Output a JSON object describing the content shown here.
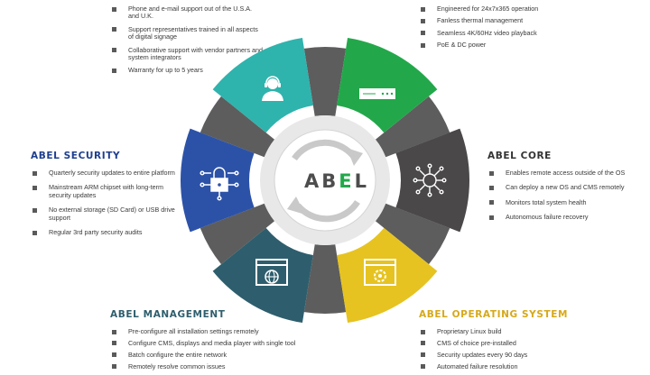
{
  "colors": {
    "support": "#2fb3ad",
    "hardware": "#22a84a",
    "core": "#4a4848",
    "operating_system": "#e6c320",
    "management": "#2e5e6d",
    "security": "#2c52a8",
    "gap": "#5d5d5d",
    "security_title": "#1e3f8f",
    "core_title": "#333333",
    "management_title": "#2e5e6d",
    "os_title": "#d6a91a"
  },
  "center": {
    "logo_prefix": "AB",
    "logo_e": "E",
    "logo_suffix": "L"
  },
  "support_block": {
    "items": [
      "Phone and e-mail support out of the U.S.A. and U.K.",
      "Support representatives trained in all aspects of digital signage",
      "Collaborative support with vendor partners and system integrators",
      "Warranty for up to 5 years"
    ]
  },
  "hardware_block": {
    "items": [
      "Engineered for 24x7x365 operation",
      "Fanless thermal management",
      "Seamless 4K/60Hz video playback",
      "PoE & DC power"
    ]
  },
  "security_block": {
    "title": "ABEL SECURITY",
    "items": [
      "Quarterly security updates to entire platform",
      "Mainstream ARM chipset with long-term security updates",
      "No external storage (SD Card) or USB drive support",
      "Regular 3rd party security audits"
    ]
  },
  "core_block": {
    "title": "ABEL CORE",
    "items": [
      "Enables remote access outside of the OS",
      "Can deploy a new OS and CMS remotely",
      "Monitors total system health",
      "Autonomous failure recovery"
    ]
  },
  "management_block": {
    "title": "ABEL MANAGEMENT",
    "items": [
      "Pre-configure all installation settings remotely",
      "Configure CMS, displays and media player with single tool",
      "Batch configure the entire network",
      "Remotely resolve common issues"
    ]
  },
  "os_block": {
    "title": "ABEL OPERATING SYSTEM",
    "items": [
      "Proprietary Linux build",
      "CMS of choice pre-installed",
      "Security updates every 90 days",
      "Automated failure resolution"
    ]
  },
  "segment_icons": {
    "support": "support-agent-icon",
    "hardware": "media-player-device-icon",
    "core": "circuit-network-icon",
    "operating_system": "browser-window-gear-icon",
    "management": "browser-window-globe-icon",
    "security": "padlock-network-icon"
  }
}
